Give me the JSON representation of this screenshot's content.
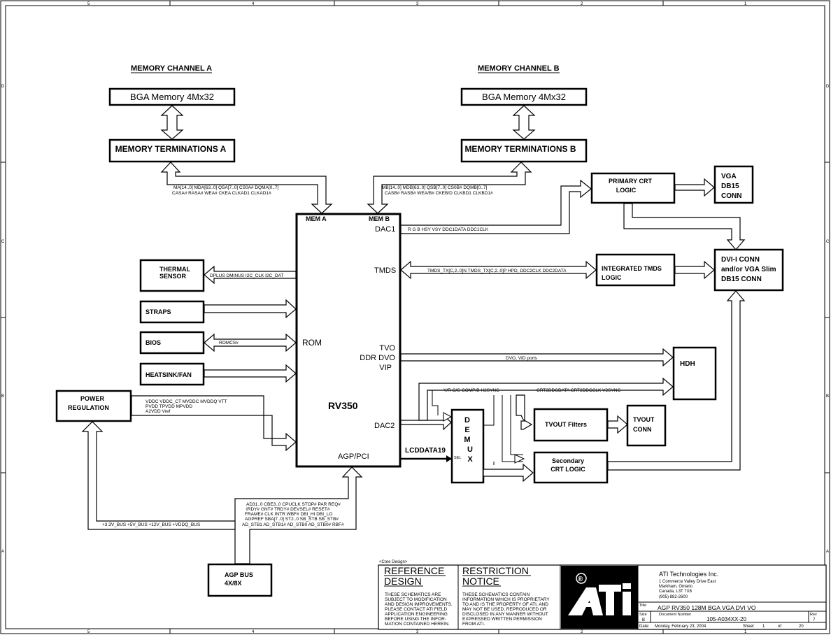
{
  "channels": {
    "a": {
      "title": "MEMORY CHANNEL A",
      "memory": "BGA Memory 4Mx32",
      "terminations": "MEMORY TERMINATIONS A",
      "sig1": "MA[14..0]     MDA[63..0]     QSA[7..0]     CS0A#     DQMA[0..7]",
      "sig2": "CASA#     RASA#     WEA#     CKEA     CLKAD1     CLKAD1#"
    },
    "b": {
      "title": "MEMORY CHANNEL B",
      "memory": "BGA Memory 4Mx32",
      "terminations": "MEMORY TERMINATIONS B",
      "sig1": "MB[14..0]     MDB[63..0]     QSB[7..0]     CS0B#     DQMB[0..7]",
      "sig2": "CASB#     RASB#     WEA/B#     CKEB/D     CLKBD1     CLKBD1#"
    }
  },
  "chip": {
    "name": "RV350",
    "mem_a": "MEM A",
    "mem_b": "MEM B",
    "dac1": "DAC1",
    "tmds": "TMDS",
    "rom": "ROM",
    "tvo": "TVO",
    "ddr_dvo": "DDR DVO",
    "vip": "VIP",
    "dac2": "DAC2",
    "agp": "AGP/PCI",
    "lcd": "LCDDATA19"
  },
  "left_blocks": {
    "thermal1": "THERMAL",
    "thermal2": "SENSOR",
    "straps": "STRAPS",
    "bios": "BIOS",
    "heatsink": "HEATSINK/FAN",
    "power1": "POWER",
    "power2": "REGULATION",
    "agp1": "AGP BUS",
    "agp2": "4X/8X"
  },
  "right_blocks": {
    "crt1": "PRIMARY CRT",
    "crt2": "LOGIC",
    "vga1": "VGA",
    "vga2": "DB15",
    "vga3": "CONN",
    "tmdsl1": "INTEGRATED TMDS",
    "tmdsl2": "LOGIC",
    "dvi1": "DVI-I CONN",
    "dvi2": "and/or VGA Slim",
    "dvi3": "DB15 CONN",
    "hdh": "HDH",
    "demux": [
      "D",
      "E",
      "M",
      "U",
      "X"
    ],
    "sel": "SEL",
    "tvf": "TVOUT Filters",
    "tvc1": "TVOUT",
    "tvc2": "CONN",
    "sec1": "Secondary",
    "sec2": "CRT LOGIC"
  },
  "signals": {
    "dac1": "R  G  B  HSY   VSY    DDC1DATA   DDC1CLK",
    "tmds": "TMDS_TX[C,2..0]N   TMDS_TX[C,2..0]P   HPD,  DDC2CLK   DDC2DATA",
    "thermal": "DPLUS   DMINUS   I2C_CLK   I2C_DAT",
    "romcs": "ROMCS#",
    "dvo": "DVO,  VID ports",
    "dac2": "Y/R      C/G      COMP/B      H2SYNC",
    "crt2": "CRT2DDCDATA   CRT2DDCCLK  V2SYNC",
    "pwr1": "VDDC   VDDC_CT   MVDDC   MVDDQ   VTT",
    "pwr2": "PVDD  TPVDD  MPVDD",
    "pwr3": "A2VDD   Vref",
    "agp1": "AD31..0    CBE3..0    CPUCLK  STOP#    PAR  REQ#",
    "agp2": "IRDY#     GNT#       TRDY#     DEVSEL#  RESET#",
    "agp3": "FRAME#     CLK      INTR     WBF#   DBI_HI  DBI_LO",
    "agp4": "AGPREF    SBA[7..0]  ST2..0     SB_STB   SB_STB#",
    "agp5": "AD_STB1   AD_STB1#   AD_STB0    AD_STB0#   RBF#",
    "bus": "+3.3V_BUS       +5V_BUS       +12V_BUS        +VDDQ_BUS"
  },
  "title_block": {
    "core": "<Core Design>",
    "ref1": "REFERENCE",
    "ref2": "DESIGN",
    "ref_body": [
      "THESE SCHEMATICS ARE",
      "SUBJECT TO MODIFICATION",
      "AND DESIGN IMPROVEMENTS.",
      "PLEASE CONTACT ATI FIELD",
      "APPLICATION ENGINEERING",
      "BEFORE USING THE INFOR-",
      "MATION CONTAINED HEREIN."
    ],
    "res1": "RESTRICTION",
    "res2": "NOTICE",
    "res_body": [
      "THESE SCHEMATICS CONTAIN",
      "INFORMATION WHICH IS PROPRIETARY",
      "TO AND IS THE PROPERTY OF ATI, AND",
      "MAY NOT BE USED, REPRODUCED OR",
      "DISCLOSED IN ANY MANNER WITHOUT",
      "EXPRESSED WRITTEN PERMISSION",
      "FROM ATI."
    ],
    "company": "ATI Technologies Inc.",
    "address": [
      "1 Commerce Valley Drive East",
      "Markham, Ontario",
      "Canada, L3T 7X6",
      "(905) 882-2600"
    ],
    "title_label": "Title",
    "title": "AGP RV350 128M BGA VGA DVI VO",
    "size_label": "Size",
    "size": "B",
    "docnum_label": "Document Number",
    "docnum": "105-A034XX-20",
    "rev_label": "Rev",
    "rev": "7",
    "date_label": "Date:",
    "date": "Monday, February 23, 2004",
    "sheet_label": "Sheet",
    "sheet": "1",
    "of_label": "of",
    "of": "20",
    "registered": "®"
  },
  "frame": {
    "cols": [
      "5",
      "4",
      "3",
      "2",
      "1"
    ],
    "rows": [
      "D",
      "C",
      "B",
      "A"
    ]
  }
}
